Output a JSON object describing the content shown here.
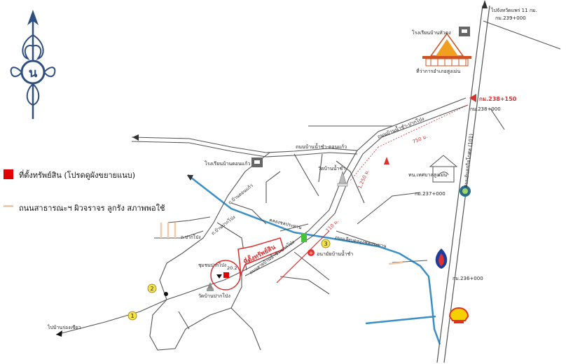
{
  "legend": {
    "property_label": "ที่ตั้งทรัพย์สิน (โปรดดูผังขยายแนบ)",
    "road_label": "ถนนสาธารณะฯ ผิวจราจร ลูกรัง สภาพพอใช้",
    "property_color": "#e00000",
    "road_color": "#f3c9a6"
  },
  "highway": {
    "number": "101",
    "name": "ถนนยันตรกิจโกศล (101)",
    "to_phrae": "ไปจังหวัดแพร่ 11 กม.",
    "km_239": "กม.239+000",
    "km_238_150": "กม.238+150",
    "km_238": "กม.238+000",
    "km_237": "กม.237+000",
    "km_236": "กม.236+000"
  },
  "places": {
    "school_wat_ban": "โรงเรียนบ้านหัวดง",
    "district_office": "ที่ว่าการอำเภอสูงเม่น",
    "school_don_kaeo": "โรงเรียนบ้านดอนแก้ว",
    "wat_nam_cha": "วัดบ้านน้ำชำ",
    "municipality": "ทน.เทศบาลสูงเม่น",
    "health_station": "อนามัยบ้านน้ำชำ",
    "wat_pak_pong": "วัดบ้านปากโป่ง",
    "to_rong_khem": "ไปบ้านร่องเขียว"
  },
  "roads": {
    "nam_cha_pak_pong_upper": "ถนนบ้านน้ำชำ-ปากโป่ง",
    "nam_cha_don_kaeo": "ถนนบ้านน้ำชำ-ดอนแก้ว",
    "canal_prathan": "คลองชลประทาน",
    "canal_prathan_east": "ถนนเลียบคลองชลประทาน",
    "nam_cha_pak_pong_lower": "ถนนสายบ้านน้ำชำ-ปากโป่ง",
    "ban_don_kaeo": "ถ.บ้านดอนแก้ว",
    "ban_pak_pong": "ถ.บ้านปากโป่ง",
    "pak_pong_inner": "ถ.ปากโป่ง",
    "pak_pong_community": "ชุมชนปากโป่ง"
  },
  "distances": {
    "d750": "750 ม.",
    "d1250": "1,250 ม.",
    "d110": "110 ม."
  },
  "property": {
    "callout": "ที่ตั้งทรัพย์สิน",
    "plot_no": "20.2"
  },
  "markers": [
    "1",
    "2",
    "3"
  ],
  "colors": {
    "road": "#555555",
    "canal": "#3a8fc7",
    "distance_red": "#d93030",
    "marker_yellow": "#f5e24a",
    "green_block": "#46c23a"
  }
}
